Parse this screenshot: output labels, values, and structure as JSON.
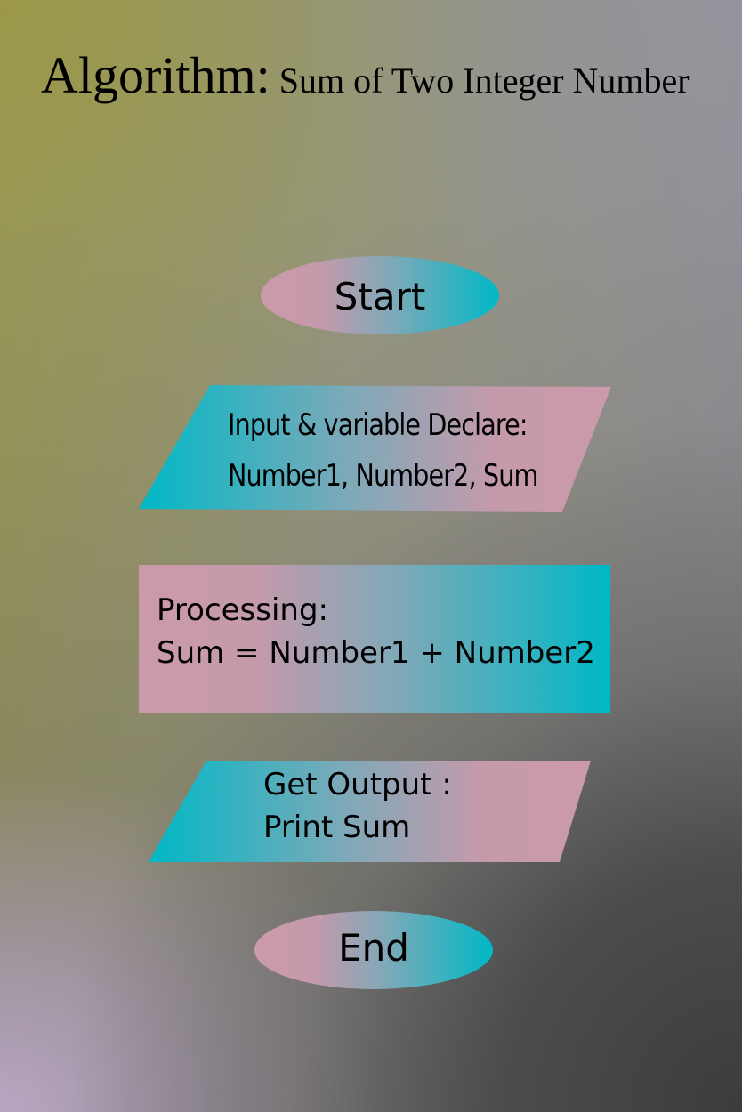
{
  "title": {
    "main": "Algorithm:",
    "subtitle": "Sum of Two Integer Number"
  },
  "flowchart": {
    "start": {
      "label": "Start",
      "shape": "terminator"
    },
    "input": {
      "shape": "data",
      "line1": "Input & variable Declare:",
      "line2": "Number1, Number2, Sum"
    },
    "process": {
      "shape": "process",
      "line1": "Processing:",
      "line2": "Sum = Number1 + Number2"
    },
    "output": {
      "shape": "data",
      "line1": "Get Output :",
      "line2": "Print Sum"
    },
    "end": {
      "label": "End",
      "shape": "terminator"
    }
  },
  "colors": {
    "pink": "#cc9aaa",
    "teal": "#00b8c6",
    "text": "#000000"
  }
}
